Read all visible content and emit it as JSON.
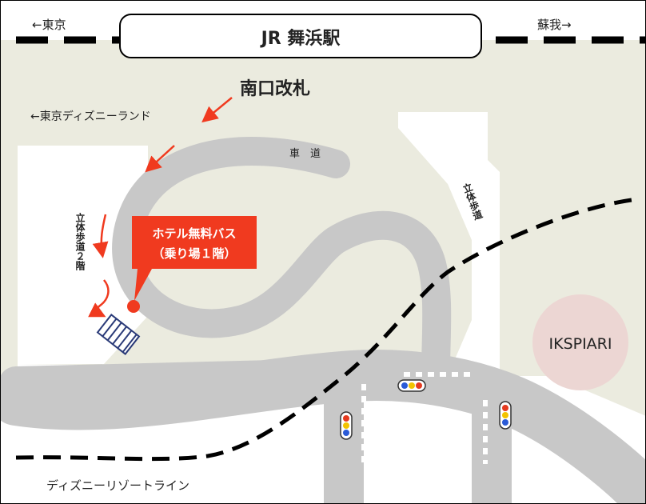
{
  "station": {
    "name": "JR 舞浜駅"
  },
  "directions": {
    "left": "←東京",
    "right": "蘇我→"
  },
  "exit": {
    "label": "南口改札"
  },
  "tdl": {
    "label": "←東京ディズニーランド"
  },
  "road": {
    "label": "車　道"
  },
  "walkway_right": {
    "label": "立体歩道"
  },
  "walkway_left": {
    "label": "立体歩道２階"
  },
  "bus": {
    "line1": "ホテル無料バス",
    "line2": "（乗り場１階）"
  },
  "ikspiari": {
    "label": "IKSPIARI"
  },
  "railway": {
    "label": "ディズニーリゾートライン"
  },
  "colors": {
    "accent": "#f03a1f",
    "road": "#c8c8c8",
    "ground": "#ebebdf",
    "ikspiari": "#ecd6d3",
    "crosswalk_bar": "#2a3a78"
  }
}
